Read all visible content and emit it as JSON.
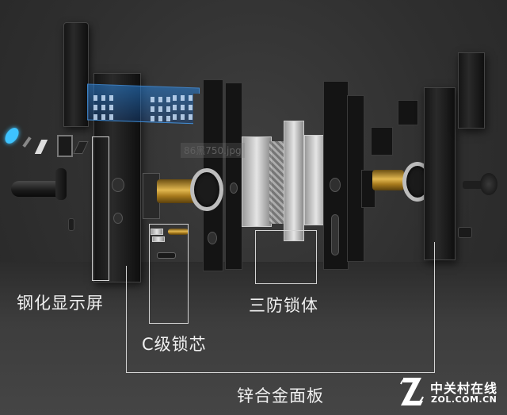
{
  "image": {
    "subject": "Exploded view of a smart door lock",
    "background_color": "#333333",
    "accent_colors": {
      "display_glow": "#2f8be0",
      "brass": "#d4a73c",
      "steel": "#c8c8c8",
      "callout_lines": "#d4d4d4",
      "label_text": "#f0f0f0"
    }
  },
  "callouts": [
    {
      "id": "tempered-display",
      "label": "钢化显示屏"
    },
    {
      "id": "c-grade-cylinder",
      "label": "C级锁芯"
    },
    {
      "id": "triple-proof-lock-body",
      "label": "三防锁体"
    },
    {
      "id": "zinc-alloy-panel",
      "label": "锌合金面板"
    }
  ],
  "overlay_tag": "86黑750.jpg",
  "watermark": {
    "logo_letter": "Z",
    "name_cn": "中关村在线",
    "name_en": "ZOL.COM.CN"
  }
}
